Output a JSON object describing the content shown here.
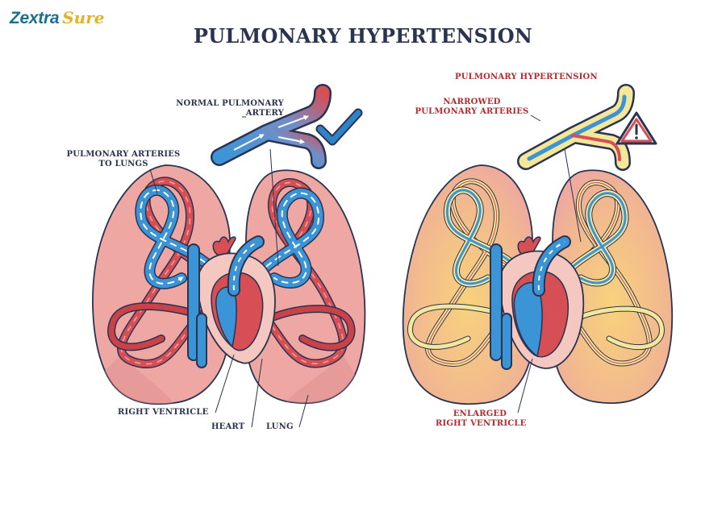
{
  "brand": {
    "part1": "Zextra",
    "part2": "Sure"
  },
  "title": "PULMONARY HYPERTENSION",
  "left_panel": {
    "normal_artery": [
      "NORMAL PULMONARY",
      "ARTERY"
    ],
    "arteries_to_lungs": [
      "PULMONARY ARTERIES",
      "TO LUNGS"
    ],
    "right_ventricle": "RIGHT VENTRICLE",
    "heart": "HEART",
    "lung": "LUNG"
  },
  "right_panel": {
    "condition": "PULMONARY HYPERTENSION",
    "narrowed": [
      "NARROWED",
      "PULMONARY ARTERIES"
    ],
    "enlarged": [
      "ENLARGED",
      "RIGHT VENTRICLE"
    ]
  },
  "icons": [
    "check-icon",
    "warning-triangle-icon"
  ],
  "colors": {
    "lung": "#eea7a2",
    "vessel_blue": "#3b94d6",
    "vessel_red": "#d54f55",
    "narrowed_yellow": "#f5e79a",
    "title": "#2a3350",
    "accent_red": "#b52a2e",
    "check": "#2f83c8"
  }
}
